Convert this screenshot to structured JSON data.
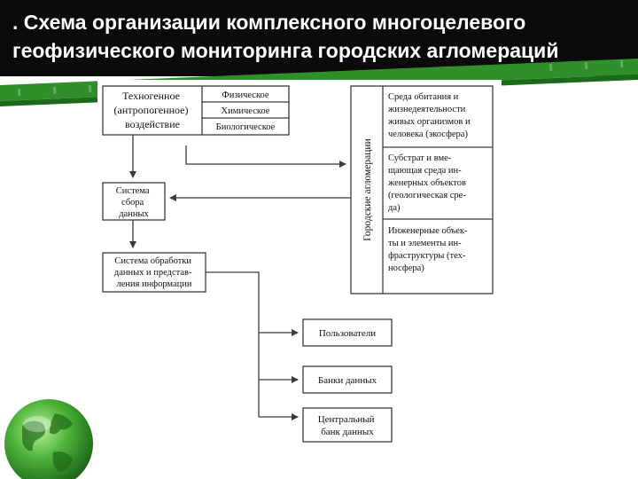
{
  "slide_title": {
    "marker": ".",
    "line1": "Схема организации комплексного многоцелевого",
    "line2": "геофизического мониторинга городских агломераций"
  },
  "diagram": {
    "impact": {
      "lines": [
        "Техногенное",
        "(антропогенное)",
        "воздействие"
      ]
    },
    "impact_types": [
      "Физическое",
      "Химическое",
      "Биологическое"
    ],
    "collection": {
      "lines": [
        "Система",
        "сбора",
        "данных"
      ]
    },
    "processing": {
      "lines": [
        "Система обработки",
        "данных и представ-",
        "ления информации"
      ]
    },
    "agglomerations_label": "Городские агломерации",
    "spheres": [
      {
        "lines": [
          "Среда обитания и",
          "жизнедеятельности",
          "живых организмов и",
          "человека (экосфера)"
        ]
      },
      {
        "lines": [
          "Субстрат и вме-",
          "щающая среда ин-",
          "женерных объектов",
          "(геологическая сре-",
          "да)"
        ]
      },
      {
        "lines": [
          "Инженерные объек-",
          "ты и элементы ин-",
          "фраструктуры (тех-",
          "носфера)"
        ]
      }
    ],
    "outputs": [
      {
        "lines": [
          "Пользователи"
        ]
      },
      {
        "lines": [
          "Банки данных"
        ]
      },
      {
        "lines": [
          "Центральный",
          "банк данных"
        ]
      }
    ]
  },
  "colors": {
    "title_bg": "#0b0b0b",
    "accent_green": "#2f8f2a",
    "dark_green": "#1e6a1c",
    "diagram_line": "#3a3a3a"
  }
}
